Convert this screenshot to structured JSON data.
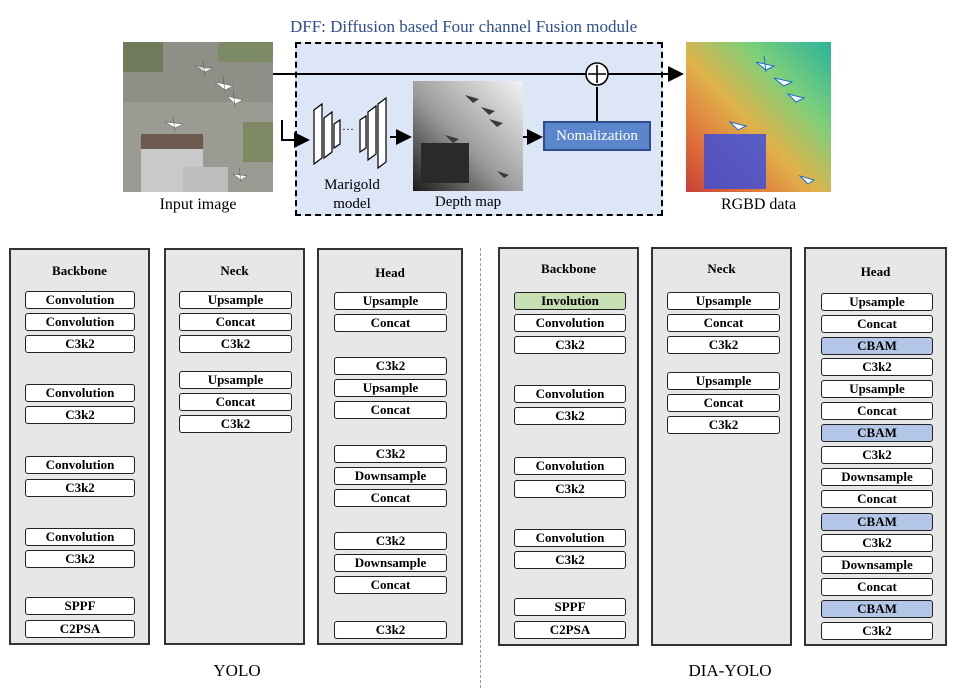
{
  "dff": {
    "title": "DFF: Diffusion based Four channel Fusion module",
    "input_caption": "Input image",
    "marigold_caption_line1": "Marigold",
    "marigold_caption_line2": "model",
    "depth_caption": "Depth map",
    "normalization_label": "Nomalization",
    "rgbd_caption": "RGBD data",
    "dots": "···"
  },
  "yolo": {
    "label": "YOLO",
    "backbone": {
      "title": "Backbone",
      "blocks": [
        "Convolution",
        "Convolution",
        "C3k2",
        "Convolution",
        "C3k2",
        "Convolution",
        "C3k2",
        "Convolution",
        "C3k2",
        "SPPF",
        "C2PSA"
      ]
    },
    "neck": {
      "title": "Neck",
      "blocks": [
        "Upsample",
        "Concat",
        "C3k2",
        "Upsample",
        "Concat",
        "C3k2"
      ]
    },
    "head": {
      "title": "Head",
      "blocks": [
        "Upsample",
        "Concat",
        "C3k2",
        "Upsample",
        "Concat",
        "C3k2",
        "Downsample",
        "Concat",
        "C3k2",
        "Downsample",
        "Concat",
        "C3k2"
      ]
    }
  },
  "dia_yolo": {
    "label": "DIA-YOLO",
    "backbone": {
      "title": "Backbone",
      "blocks": [
        "Involution",
        "Convolution",
        "C3k2",
        "Convolution",
        "C3k2",
        "Convolution",
        "C3k2",
        "Convolution",
        "C3k2",
        "SPPF",
        "C2PSA"
      ]
    },
    "neck": {
      "title": "Neck",
      "blocks": [
        "Upsample",
        "Concat",
        "C3k2",
        "Upsample",
        "Concat",
        "C3k2"
      ]
    },
    "head": {
      "title": "Head",
      "blocks": [
        "Upsample",
        "Concat",
        "CBAM",
        "C3k2",
        "Upsample",
        "Concat",
        "CBAM",
        "C3k2",
        "Downsample",
        "Concat",
        "CBAM",
        "C3k2",
        "Downsample",
        "Concat",
        "CBAM",
        "C3k2"
      ]
    }
  },
  "colors": {
    "dff_background": "#dde6f6",
    "involution": "#c6e0b4",
    "cbam": "#b4c6e7",
    "normalization": "#5b86cc"
  }
}
